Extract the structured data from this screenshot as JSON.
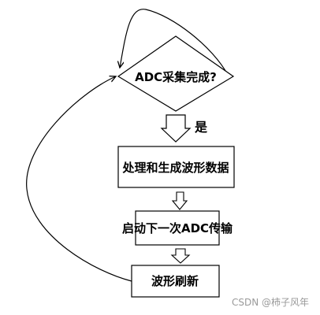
{
  "flowchart": {
    "decision": {
      "label": "ADC采集完成?"
    },
    "yes_label": "是",
    "process": {
      "label": "处理和生成波形数据"
    },
    "next_adc": {
      "label": "启动下一次ADC传输"
    },
    "refresh": {
      "label": "波形刷新"
    }
  },
  "watermark": "CSDN @柿子风年",
  "colors": {
    "stroke": "#000000",
    "watermark": "#9a9a9a"
  }
}
